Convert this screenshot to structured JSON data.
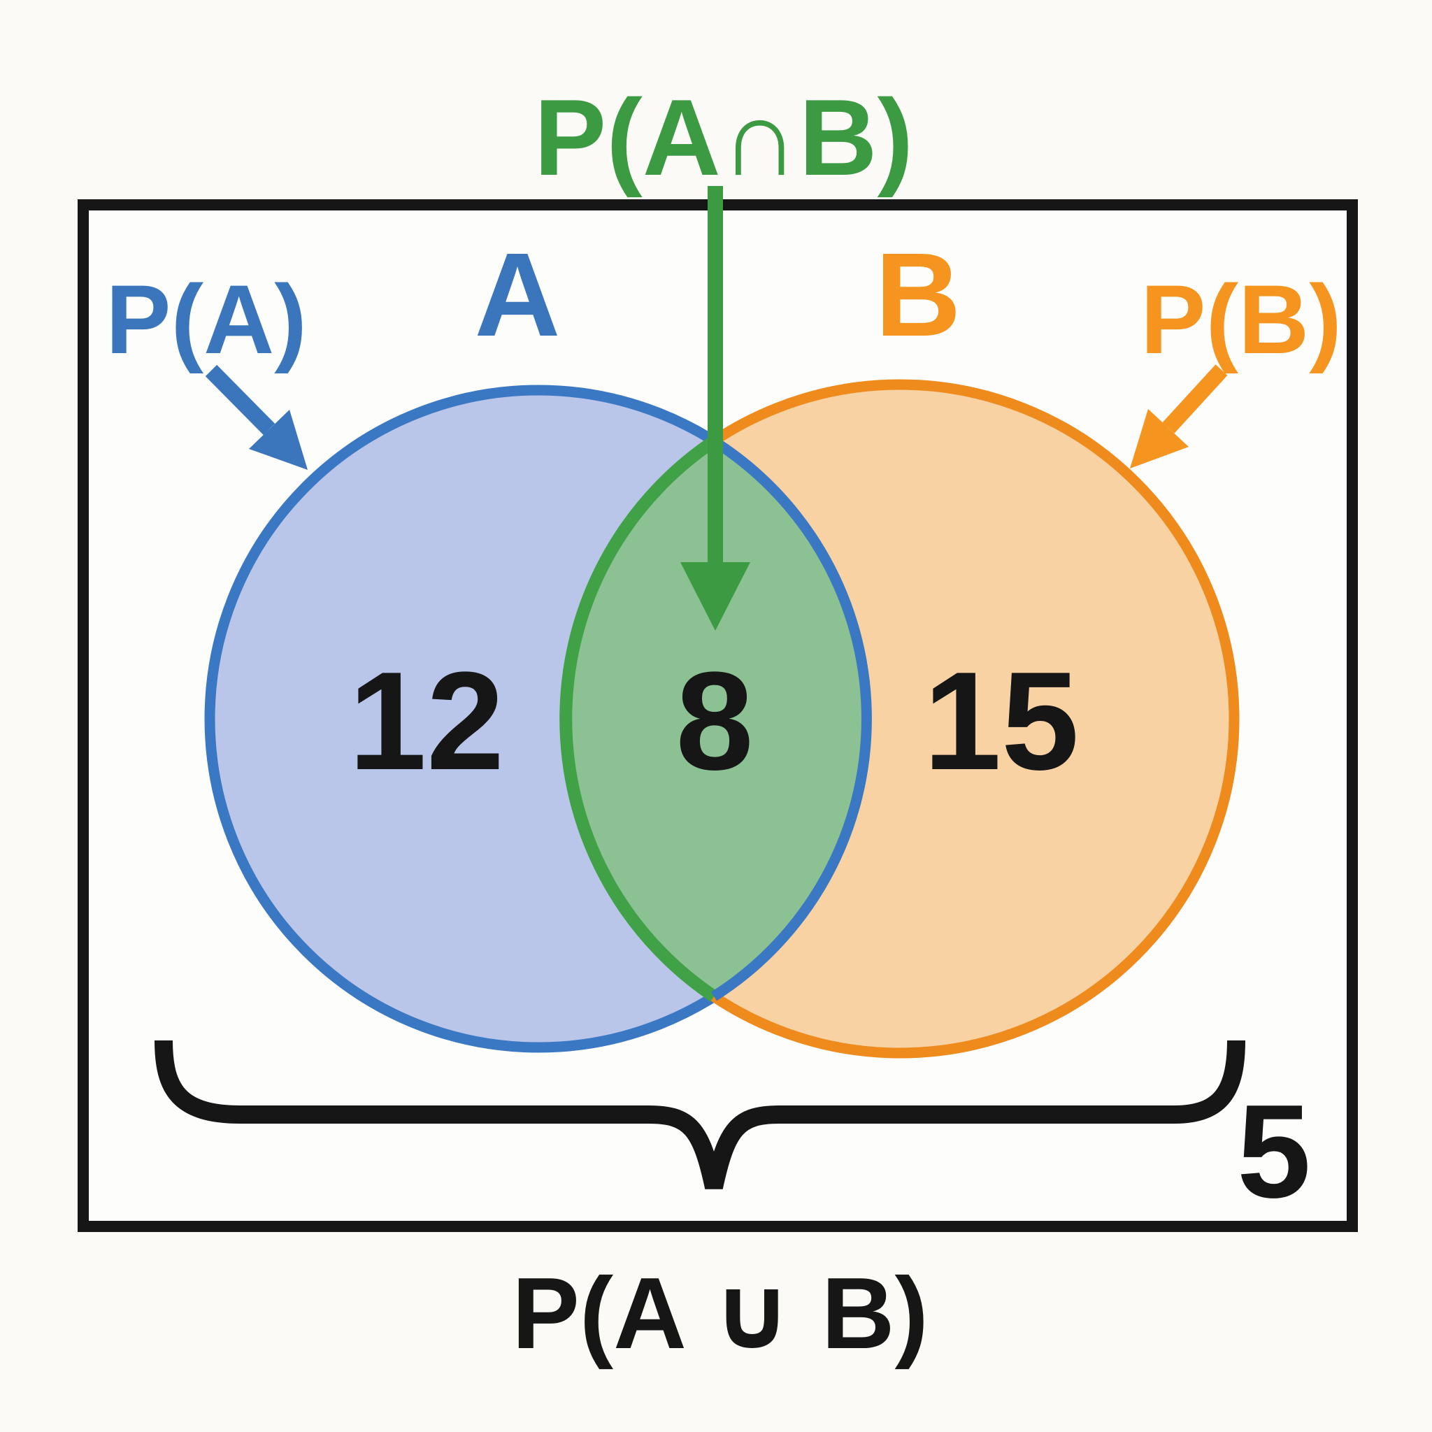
{
  "diagram": {
    "intersection_pointer_label": "P(A∩B)",
    "set_a_pointer_label": "P(A)",
    "set_b_pointer_label": "P(B)",
    "set_a_label": "A",
    "set_b_label": "B",
    "count_a_only": "12",
    "count_intersection": "8",
    "count_b_only": "15",
    "count_outside": "5",
    "union_label": "P(A ∪ B)"
  },
  "colors": {
    "background": "#fbfaf7",
    "box_fill": "#fdfdfb",
    "outline_black": "#161616",
    "text_black": "#161616",
    "set_a_stroke": "#3b78c3",
    "set_a_fill": "#b9c6e9",
    "set_a_text": "#3b76bd",
    "set_b_stroke": "#ef8a1c",
    "set_b_fill": "#f9d2a4",
    "set_b_text": "#f5941f",
    "intersection_stroke": "#41a147",
    "intersection_fill": "#8bc193",
    "intersection_text": "#3c9b42"
  },
  "chart_data": {
    "type": "venn",
    "title": "P(A ∪ B)",
    "sets": [
      {
        "label": "A",
        "probability_label": "P(A)",
        "count_only": 12
      },
      {
        "label": "B",
        "probability_label": "P(B)",
        "count_only": 15
      }
    ],
    "intersection": {
      "probability_label": "P(A∩B)",
      "count": 8
    },
    "outside_union": {
      "count": 5
    },
    "union_probability_label": "P(A ∪ B)",
    "universe_shape": "rectangle"
  }
}
